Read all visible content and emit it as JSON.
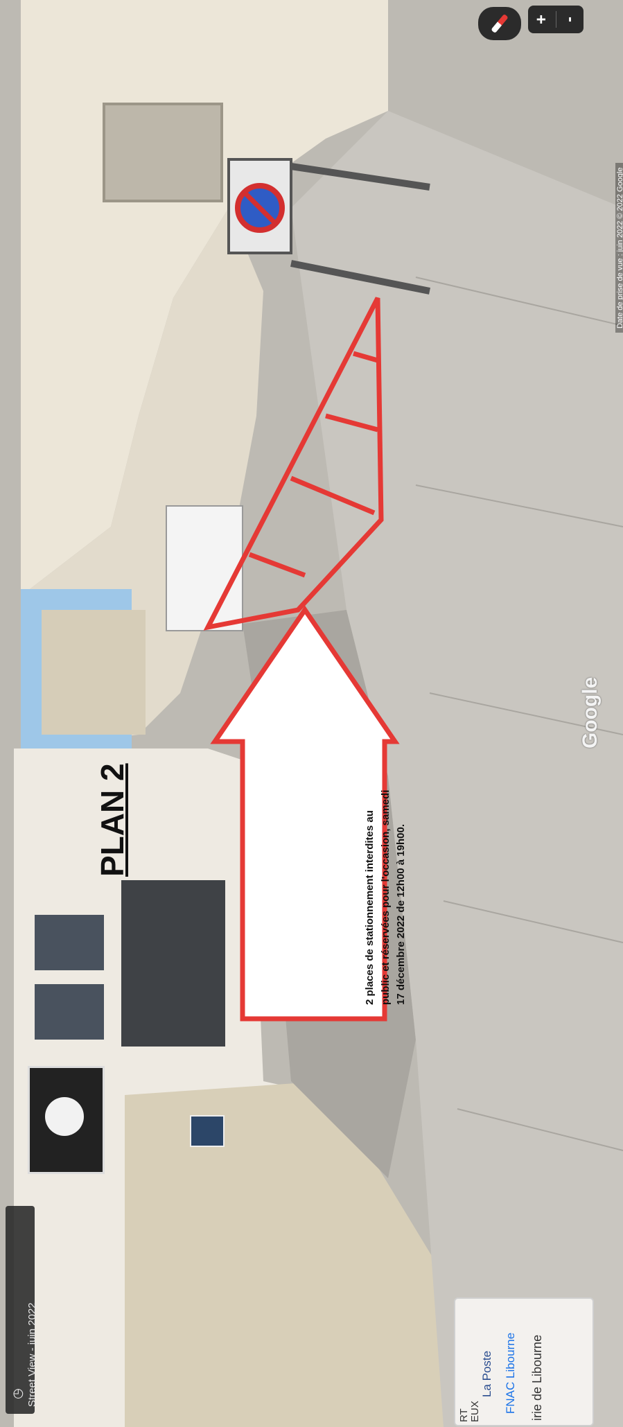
{
  "street_view": {
    "label": "Street View - juin 2022",
    "clock_icon": "clock-icon",
    "copyright": "Date de prise de vue : juin 2022   © 2022 Google",
    "logo": "Google"
  },
  "controls": {
    "zoom_in": "+",
    "zoom_out": "-",
    "compass_icon": "compass-icon"
  },
  "minimap": {
    "laposte": "La Poste",
    "fnac": "FNAC Libourne",
    "mairie": "irie de Libourne",
    "rt": "RT",
    "eux": "EUX"
  },
  "annotation": {
    "title": "PLAN 2",
    "text": "2 places de stationnement interdites au public et réservées pour l'occasion, samedi 17 décembre 2022 de 12h00 à 19h00."
  },
  "colors": {
    "annotation_red": "#e53935",
    "sky": "#9ec7e8",
    "facade": "#e9e3d6",
    "pavement": "#b9b6b0"
  }
}
